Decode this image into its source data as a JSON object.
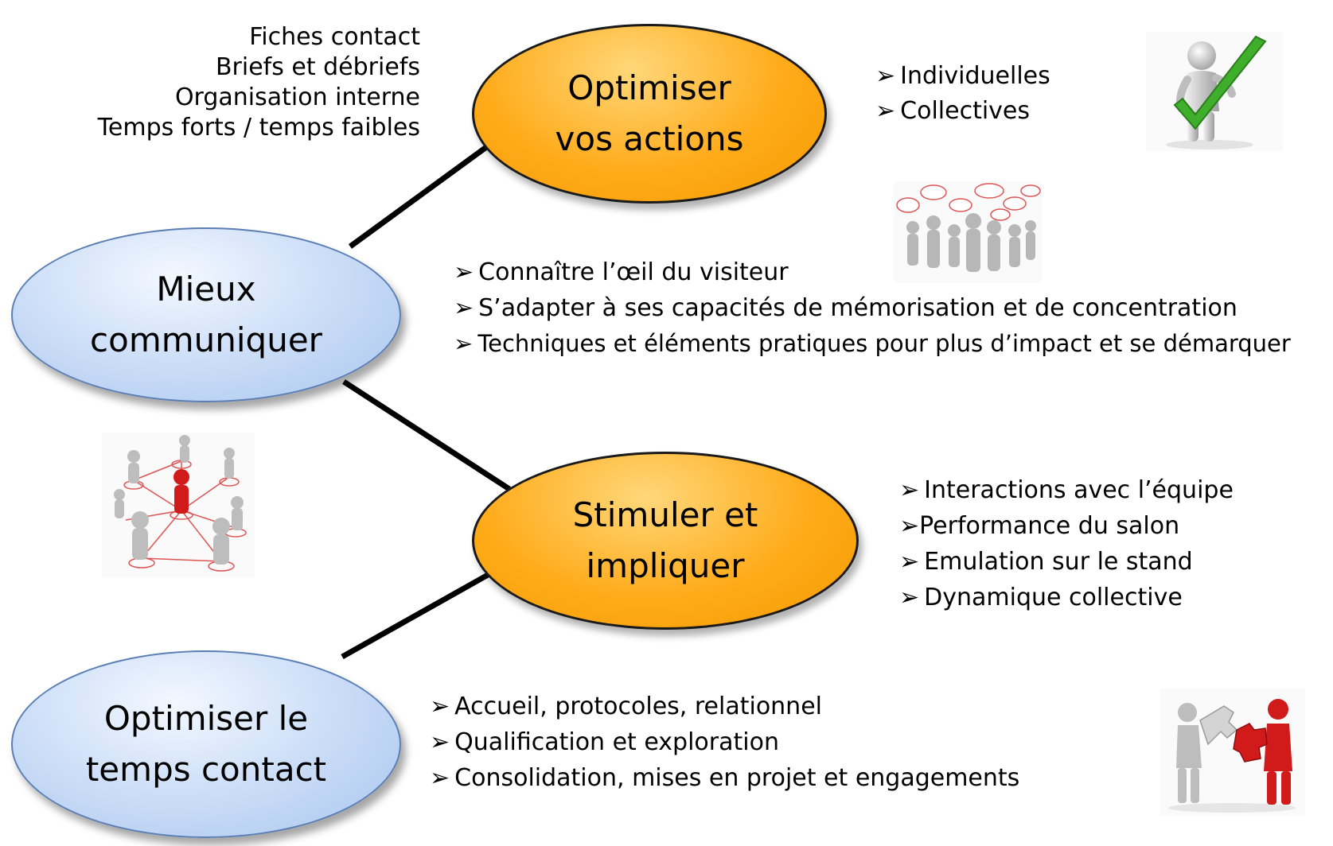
{
  "nodes": {
    "optimiser_actions": {
      "line1": "Optimiser",
      "line2": "vos actions"
    },
    "mieux_communiquer": {
      "line1": "Mieux",
      "line2": "communiquer"
    },
    "stimuler": {
      "line1": "Stimuler et",
      "line2": "impliquer"
    },
    "temps_contact": {
      "line1": "Optimiser le",
      "line2": "temps contact"
    }
  },
  "top_left_list": [
    "Fiches contact",
    "Briefs et débriefs",
    "Organisation interne",
    "Temps forts / temps faibles"
  ],
  "bullet_glyph": "➢",
  "actions_list": [
    "Individuelles",
    "Collectives"
  ],
  "communiquer_list": [
    "Connaître l’œil du visiteur",
    "S’adapter à ses capacités de mémorisation et de concentration",
    "Techniques et éléments pratiques pour plus d’impact et se démarquer"
  ],
  "stimuler_list": [
    "Interactions avec l’équipe",
    "Performance du salon",
    "Emulation sur le stand",
    "Dynamique collective"
  ],
  "contact_list": [
    "Accueil, protocoles, relationnel",
    "Qualification et exploration",
    "Consolidation, mises en projet et engagements"
  ],
  "icons": [
    "checkmark-figure-icon",
    "talking-crowd-icon",
    "network-people-icon",
    "puzzle-people-icon"
  ],
  "colors": {
    "orange": "#ffab1a",
    "blue": "#cfe0f8",
    "accent_red": "#d11a1a",
    "check_green": "#3fae2a"
  }
}
